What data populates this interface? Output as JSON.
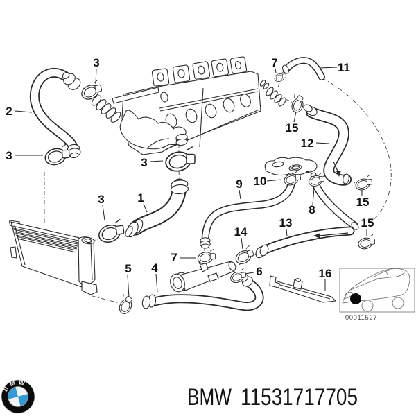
{
  "diagram": {
    "description_visible_numbers": "exploded parts diagram with numbered callouts",
    "callouts": [
      "2",
      "3",
      "3",
      "3",
      "3",
      "1",
      "7",
      "11",
      "15",
      "12",
      "15",
      "9",
      "10",
      "8",
      "13",
      "14",
      "15",
      "7",
      "5",
      "4",
      "6",
      "16"
    ]
  },
  "thumbnail": {
    "caption": "00011527"
  },
  "logo": {
    "letters": "BMW"
  },
  "footer": {
    "brand": "BMW",
    "part_number": "11531717705"
  },
  "colors": {
    "background": "#ffffff",
    "line": "#2a2a2a",
    "logo_blue": "#2f9cd9",
    "logo_black": "#0b0b0b",
    "text": "#141414"
  }
}
